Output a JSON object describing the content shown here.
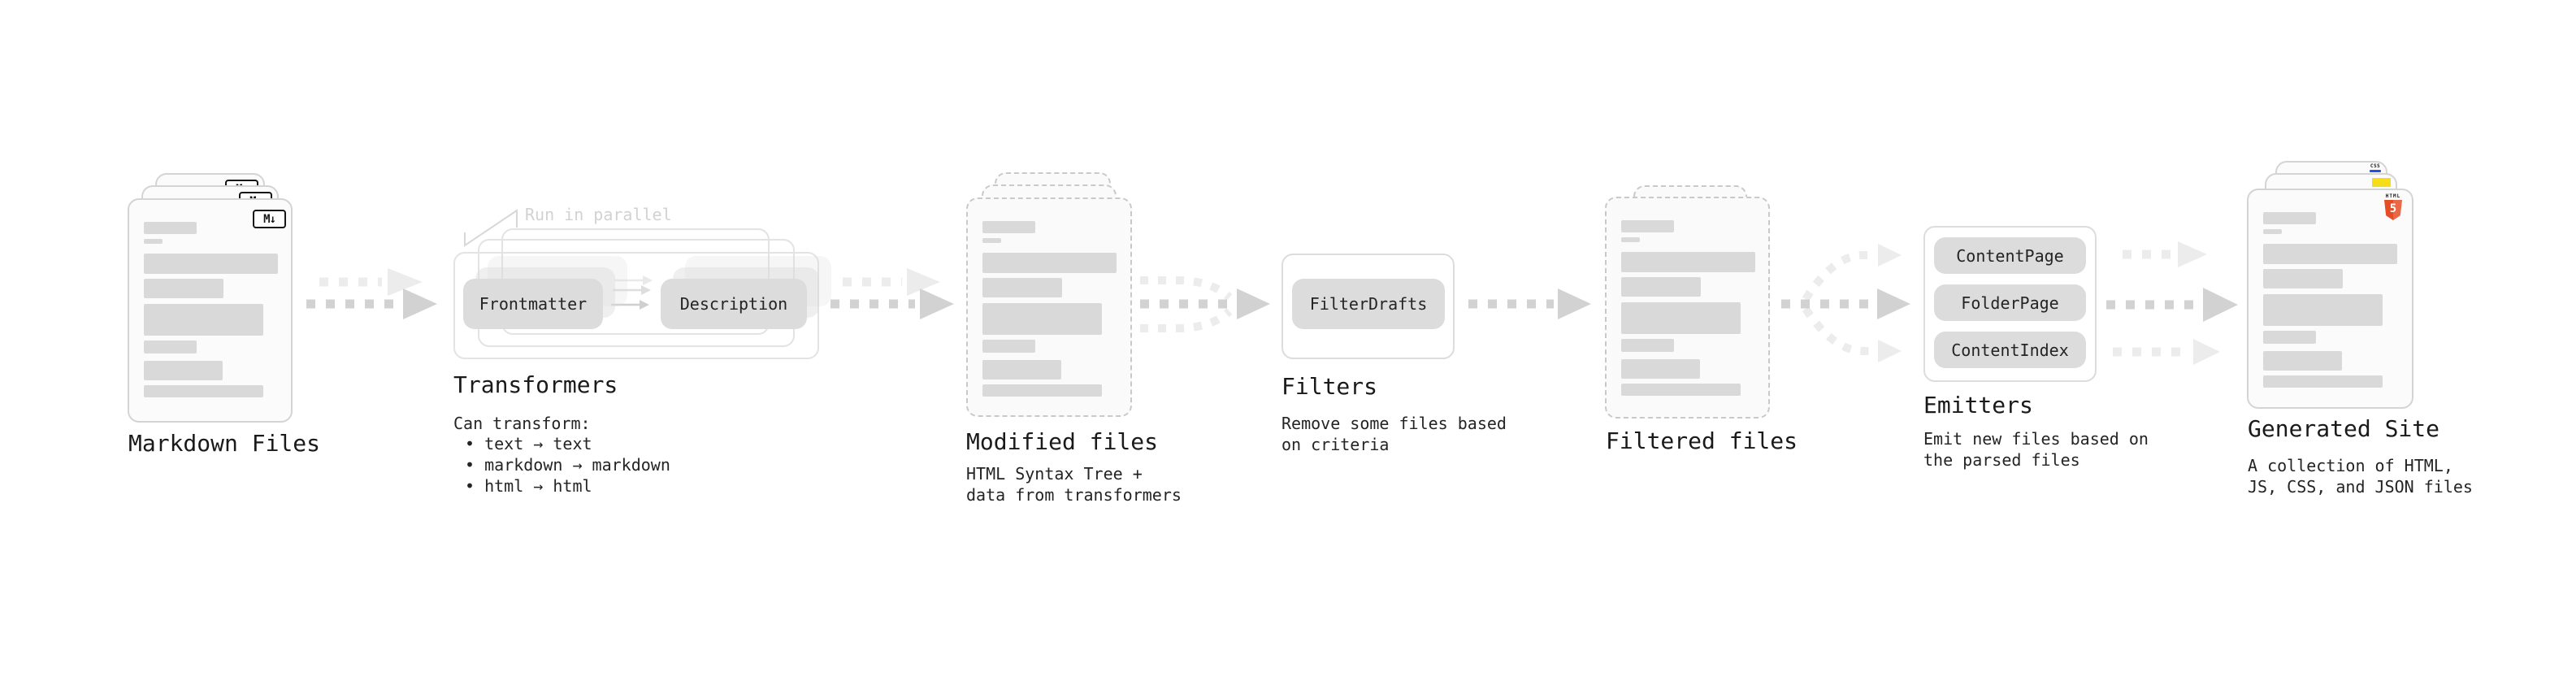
{
  "colors": {
    "background": "#ffffff",
    "card_fill": "#fbfbfb",
    "card_border": "#d4d4d4",
    "dashed_border": "#c9c9c9",
    "bar_fill": "#d9d9d9",
    "pill_fill": "#dcdcdc",
    "arrow_dark": "#d2d2d2",
    "arrow_light": "#ececec",
    "label_text": "#1a1a1a",
    "annotation_text": "#d2d2d2",
    "html5_orange": "#e44d26",
    "js_yellow": "#f5de19",
    "css_blue": "#264de4"
  },
  "stages": {
    "markdown": {
      "label": "Markdown Files",
      "badge": "M↓"
    },
    "transformers": {
      "label": "Transformers",
      "annotation": "Run in parallel",
      "caption_title": "Can transform:",
      "bullets": [
        "• text → text",
        "• markdown → markdown",
        "• html → html"
      ],
      "source_pill": "Frontmatter",
      "target_pill": "Description"
    },
    "modified": {
      "label": "Modified files",
      "caption_line1": "HTML Syntax Tree +",
      "caption_line2": "data from transformers"
    },
    "filters": {
      "label": "Filters",
      "pill": "FilterDrafts",
      "caption_line1": "Remove some files based",
      "caption_line2": "on criteria"
    },
    "filtered": {
      "label": "Filtered files"
    },
    "emitters": {
      "label": "Emitters",
      "pills": [
        "ContentPage",
        "FolderPage",
        "ContentIndex"
      ],
      "caption_line1": "Emit new files based on",
      "caption_line2": "the parsed files"
    },
    "generated": {
      "label": "Generated Site",
      "caption_line1": "A collection of HTML,",
      "caption_line2": "JS, CSS, and JSON files",
      "badges": {
        "html_title": "HTML",
        "html_number": "5",
        "css": "CSS"
      }
    }
  }
}
